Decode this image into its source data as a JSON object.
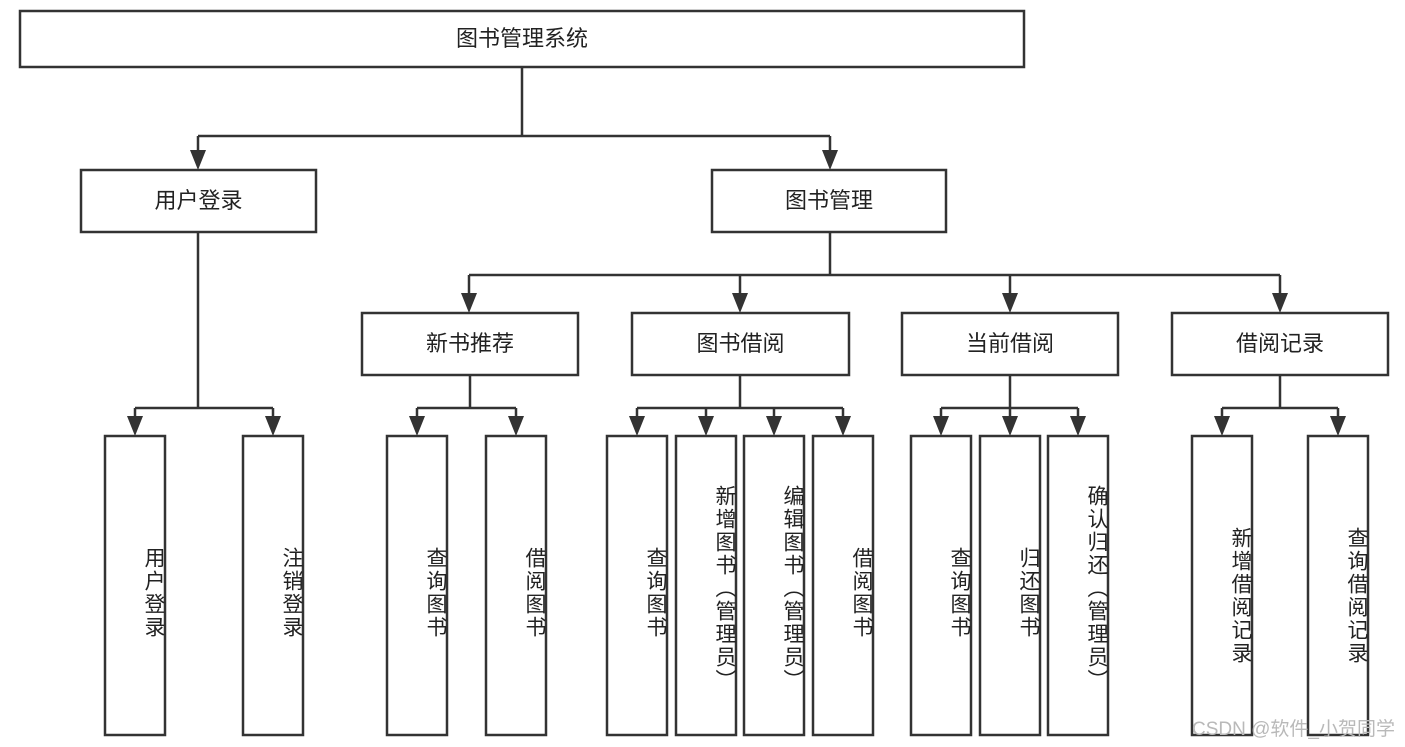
{
  "diagram": {
    "type": "tree",
    "title": "图书管理系统",
    "watermark": "CSDN @软件_小贺同学",
    "levels": {
      "root": {
        "label": "图书管理系统"
      },
      "level2": [
        {
          "label": "用户登录"
        },
        {
          "label": "图书管理"
        }
      ],
      "level3": [
        {
          "label": "新书推荐"
        },
        {
          "label": "图书借阅"
        },
        {
          "label": "当前借阅"
        },
        {
          "label": "借阅记录"
        }
      ],
      "leaves": {
        "user_login": [
          {
            "label": "用户登录"
          },
          {
            "label": "注销登录"
          }
        ],
        "new_book_recommend": [
          {
            "label": "查询图书"
          },
          {
            "label": "借阅图书"
          }
        ],
        "book_borrow": [
          {
            "label": "查询图书"
          },
          {
            "label": "新增图书（管理员）"
          },
          {
            "label": "编辑图书（管理员）"
          },
          {
            "label": "借阅图书"
          }
        ],
        "current_borrow": [
          {
            "label": "查询图书"
          },
          {
            "label": "归还图书"
          },
          {
            "label": "确认归还（管理员）"
          }
        ],
        "borrow_record": [
          {
            "label": "新增借阅记录"
          },
          {
            "label": "查询借阅记录"
          }
        ]
      }
    },
    "colors": {
      "stroke": "#333333",
      "fill": "#ffffff",
      "text": "#222222",
      "watermark": "#b9b9b9"
    }
  }
}
